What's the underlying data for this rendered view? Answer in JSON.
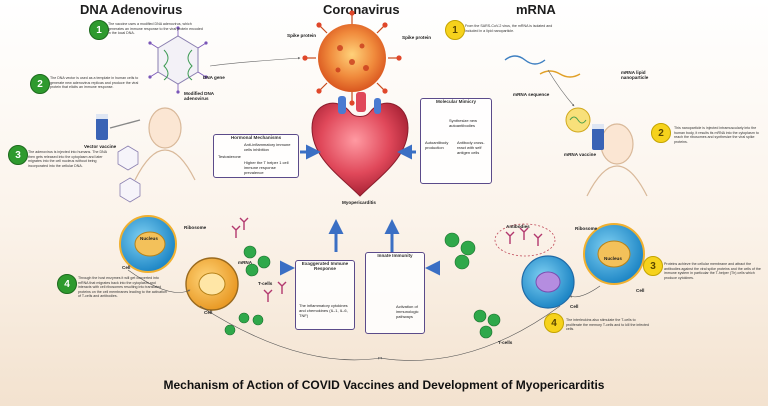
{
  "header": {
    "dna_title": "DNA Adenovirus",
    "corona_title": "Coronavirus",
    "mrna_title": "mRNA"
  },
  "left_steps": [
    {
      "num": "1",
      "text": "The vaccine uses a modified DNA adenovirus, which generates an immune response to the viral protein encoded in the local DNA."
    },
    {
      "num": "2",
      "text": "The DNA vector is used as a template in human cells to generate new adenovirus replicas and produce the viral protein that elicits an immune response."
    },
    {
      "num": "3",
      "text": "The adenovirus is injected into humans. The DNA then gets released into the cytoplasm and later migrates into the cell nucleus without being incorporated into the cellular DNA."
    },
    {
      "num": "4",
      "text": "Through the host enzymes it will get converted into mRNA that migrates back into the cytoplasm and interacts with cell ribosomes resulting into translated proteins on the cell membranes leading to the activation of T-cells and antibodies."
    }
  ],
  "right_steps": [
    {
      "num": "1",
      "text": "From the SARS-CoV-2 virus, the mRNA is isolated and included in a lipid nanoparticle."
    },
    {
      "num": "2",
      "text": "This nanoparticle is injected intramuscularly into the human body, it results its mRNA into the cytoplasm to reach the ribosomes and synthesize the viral spike proteins."
    },
    {
      "num": "3",
      "text": "Proteins achieve the cellular membrane and attract the antibodies against the viral spike proteins and the cells of the immune system in particular the T-helper (Th) cells which produce cytokines."
    },
    {
      "num": "4",
      "text": "The interleukins also stimulate the T-cells to proliferate the memory T-cells and to kill the infected cells."
    }
  ],
  "labels": {
    "dna_gene": "DNA gene",
    "modified_dna": "Modified DNA adenovirus",
    "spike_left": "Spike protein",
    "spike_right": "Spike protein",
    "vector_vaccine": "Vector vaccine",
    "mrna_sequence": "mRNA sequence",
    "mrna_lipid": "mRNA lipid nanoparticle",
    "mrna_vaccine": "mRNA vaccine",
    "nucleus_left": "Nucleus",
    "ribosome_left": "Ribosome",
    "cell_left": "Cell",
    "cell_left2": "Cell",
    "mrna_small": "mRNA",
    "tcells_left": "T-cells",
    "myopericarditis": "Myopericarditis",
    "antibodies": "Antibodies",
    "ribosome_right": "Ribosome",
    "nucleus_right": "Nucleus",
    "cell_right": "Cell",
    "cell_right2": "Cell",
    "tcells_right": "T-cells"
  },
  "boxes": {
    "hormonal": {
      "title": "Hormonal Mechanisms",
      "line1": "Anti-inflammatory immune cells inhibition",
      "line2": "Testosterone",
      "line3": "Higher the T helper 1 cell immune response prevalence"
    },
    "mimicry": {
      "title": "Molecular Mimicry",
      "line1": "Synthesize new autoantibodies",
      "line2": "Autoantibody production",
      "line3": "Antibody cross-react with self antigen cells"
    },
    "exaggerated": {
      "title": "Exaggerated Immune Response",
      "line1": "The inflammatory cytokines and chemokines (IL-1, IL-6, TNF)"
    },
    "innate": {
      "title": "Innate Immunity",
      "line1": "Activation of immunologic pathways"
    }
  },
  "footer": {
    "title": "Mechanism of Action of COVID Vaccines and Development of Myopericarditis"
  },
  "colors": {
    "green_step": "#2e9a2e",
    "yellow_step": "#f6d21c",
    "arrow_blue": "#3a6fc4",
    "box_border": "#5b4b8a"
  }
}
